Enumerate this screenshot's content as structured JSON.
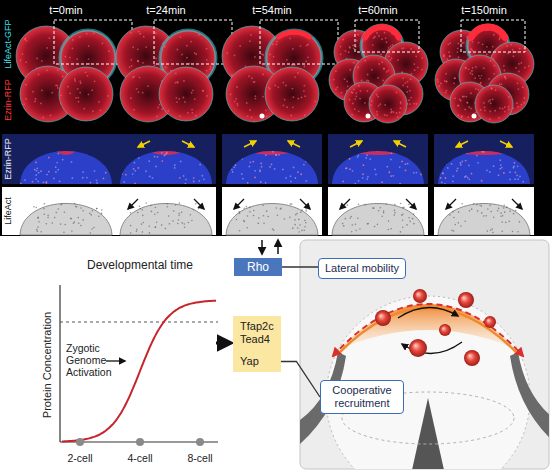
{
  "diagram": {
    "nodes": [
      {
        "text": [
          "Rho"
        ]
      },
      {
        "text": [
          "Lateral mobility"
        ]
      },
      {
        "text": [
          "Tfap2c",
          "Tead4",
          "Yap"
        ]
      },
      {
        "text": [
          "Cooperative recruitment"
        ]
      }
    ],
    "edges": [
      {
        "from": 0,
        "to": 1,
        "arrow": "none"
      },
      {
        "from": 2,
        "to": 3,
        "arrow": "none"
      }
    ],
    "labels": [
      "t=0min",
      "t=24min",
      "t=54min",
      "t=60min",
      "t=150min",
      "Ezrin-RFP",
      "LifeAct-GFP",
      "Ezrin-RFP",
      "LifeAct",
      "Developmental time",
      "Protein Concentration",
      "Zygotic Genome Activation",
      "2-cell",
      "4-cell",
      "8-cell"
    ]
  }
}
